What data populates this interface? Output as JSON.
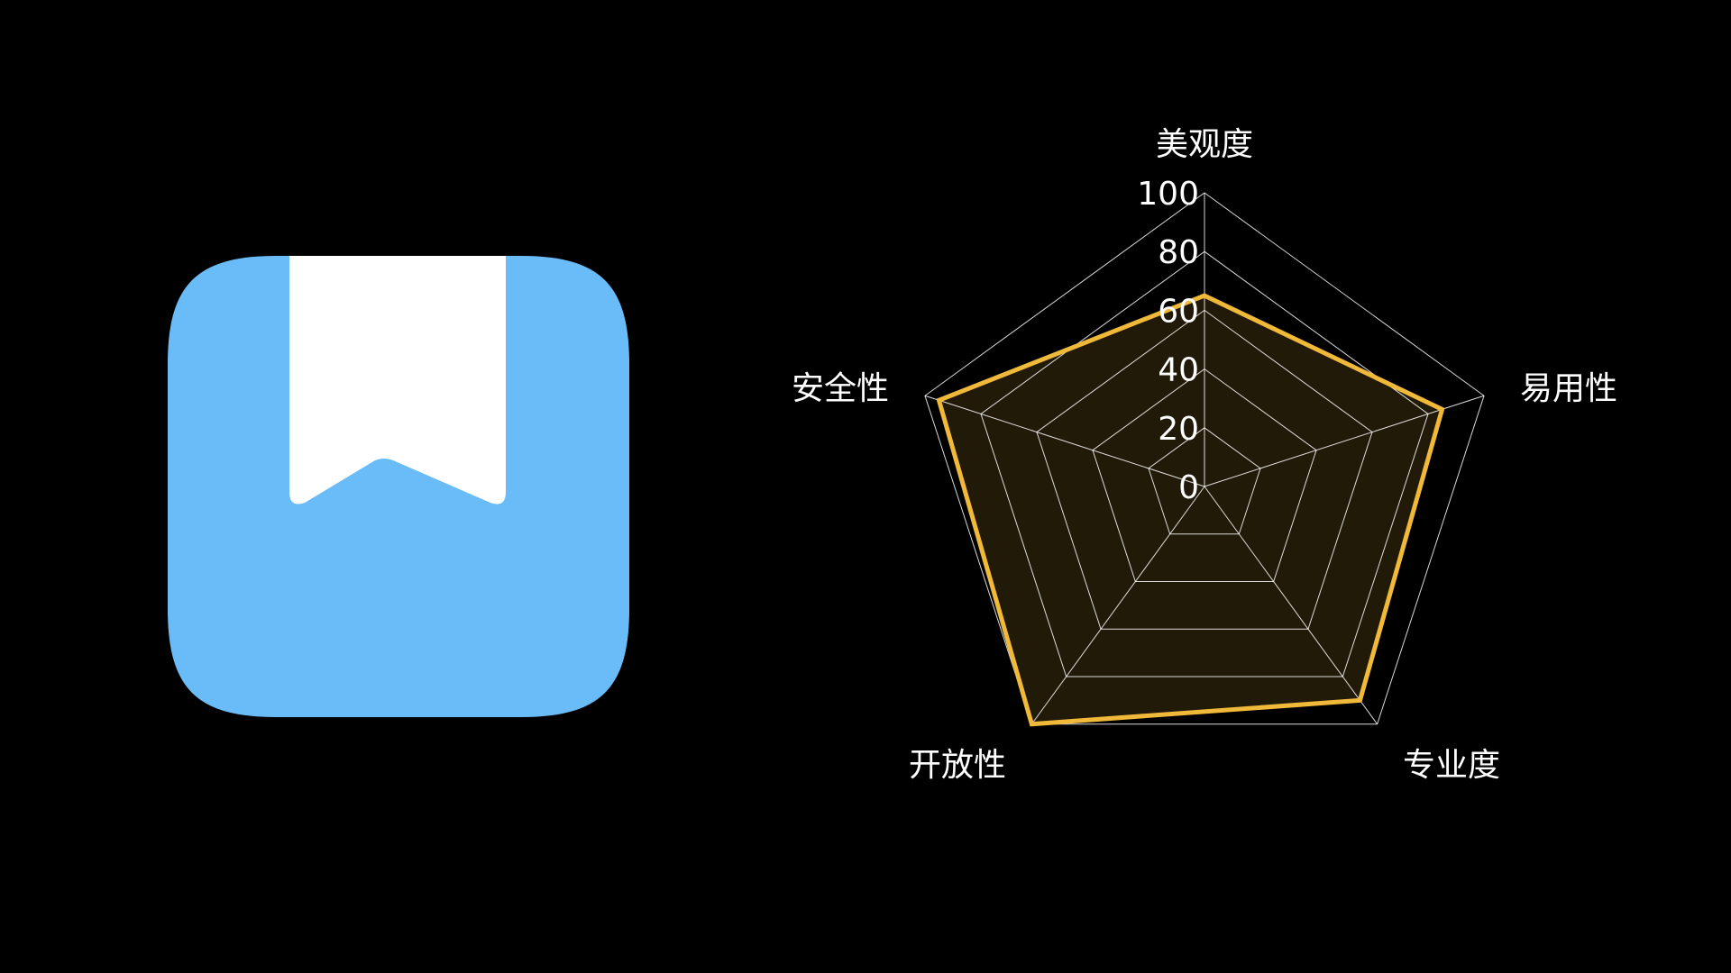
{
  "colors": {
    "background": "#000000",
    "icon_blue": "#6abcf8",
    "series": "#f0b93a",
    "grid": "#ffffff"
  },
  "icon": {
    "name": "bookmark-app-icon"
  },
  "chart_data": {
    "type": "radar",
    "axes": [
      "美观度",
      "易用性",
      "专业度",
      "开放性",
      "安全性"
    ],
    "ticks": [
      0,
      20,
      40,
      60,
      80,
      100
    ],
    "range": [
      0,
      100
    ],
    "series": [
      {
        "name": "",
        "values": [
          65,
          85,
          90,
          100,
          95
        ]
      }
    ],
    "grid": true
  }
}
